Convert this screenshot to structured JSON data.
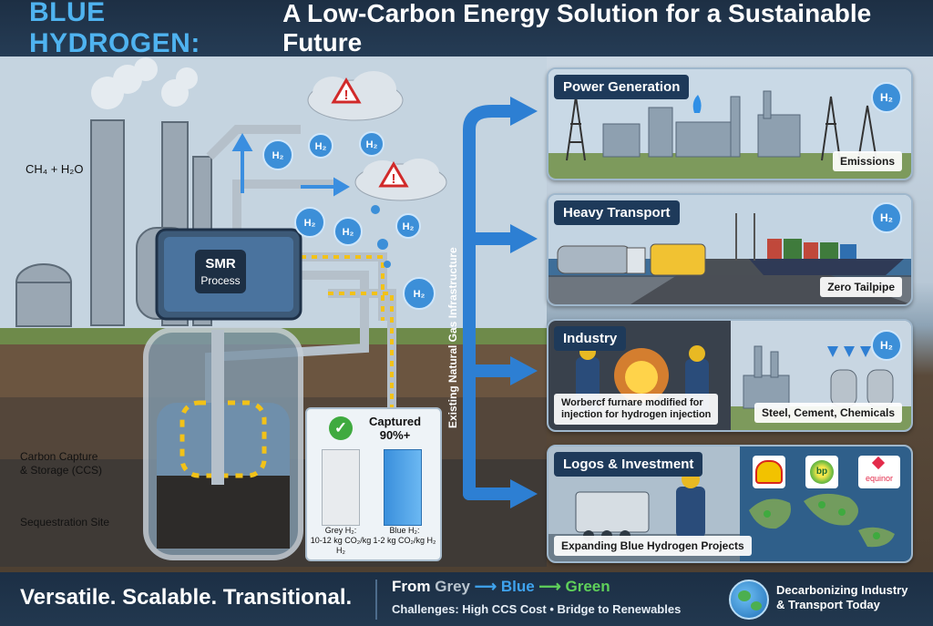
{
  "header": {
    "title_highlight": "BLUE HYDROGEN:",
    "title_rest": "A Low-Carbon Energy Solution for a Sustainable Future"
  },
  "scene": {
    "feed_label": "CH₄ + H₂O",
    "smr_label_line1": "SMR",
    "smr_label_line2": "Process",
    "ccs_label_line1": "Carbon Capture",
    "ccs_label_line2": "& Storage (CCS)",
    "sequestration_label": "Sequestration Site",
    "h2_molecule": "H₂",
    "warning_glyph": "!"
  },
  "capture_chart": {
    "heading_line1": "Captured",
    "heading_line2": "90%+",
    "grey_label_line1": "Grey H₂:",
    "grey_label_line2": "10-12 kg CO₂/kg H₂",
    "blue_label_line1": "Blue H₂:",
    "blue_label_line2": "1-2 kg CO₂/kg H₂"
  },
  "flow": {
    "vertical_label": "Existing Natural Gas Infrastructure"
  },
  "panels": [
    {
      "title": "Power Generation",
      "caption": "Emissions",
      "badge": "H₂"
    },
    {
      "title": "Heavy Transport",
      "caption": "Zero Tailpipe",
      "badge": "H₂"
    },
    {
      "title": "Industry",
      "caption_left_line1": "Worbercf furnare modified for",
      "caption_left_line2": "injection for hydrogen injection",
      "caption": "Steel, Cement, Chemicals",
      "badge": "H₂"
    },
    {
      "title": "Logos & Investment",
      "caption": "Expanding Blue Hydrogen Projects",
      "logo_bp": "bp",
      "logo_equinor": "equinor"
    }
  ],
  "footer": {
    "tagline": "Versatile. Scalable. Transitional.",
    "from_label": "From",
    "grey_word": "Grey",
    "blue_word": "Blue",
    "green_word": "Green",
    "challenges": "Challenges: High CCS Cost • Bridge to Renewables",
    "right_line1": "Decarbonizing Industry",
    "right_line2": "& Transport Today"
  },
  "colors": {
    "accent_blue": "#4fb3f0",
    "grey_word": "#b9c4ce",
    "blue_word": "#3fa3ee",
    "green_word": "#5fd05a",
    "h2_bubble": "#3c8fd8"
  }
}
